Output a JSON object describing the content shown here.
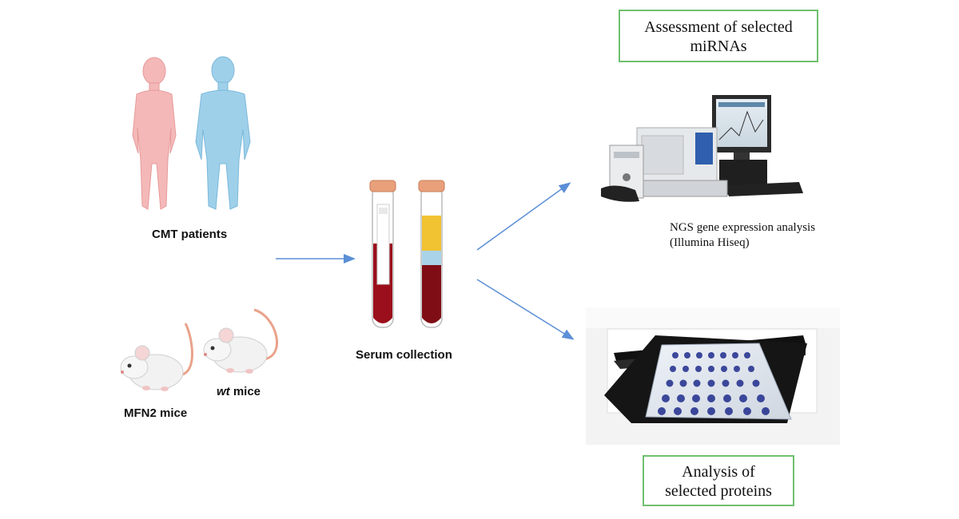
{
  "labels": {
    "cmt_patients": "CMT patients",
    "mfn2_mice": "MFN2 mice",
    "wt_mice_italic": "wt",
    "wt_mice_rest": " mice",
    "serum_collection": "Serum collection",
    "ngs_line1": "NGS gene expression analysis",
    "ngs_line2": "(Illumina Hiseq)"
  },
  "boxes": {
    "mirna_line1": "Assessment of selected",
    "mirna_line2": "miRNAs",
    "protein_line1": "Analysis of",
    "protein_line2": "selected proteins"
  },
  "colors": {
    "female_figure": "#f4b8b8",
    "male_figure": "#9fd0ea",
    "arrow": "#5b8fd6",
    "box_border": "#6fbf6f",
    "blood": "#9b0f1c",
    "serum": "#f1c232",
    "buffy": "#a9d3e8",
    "cap": "#e8a07a"
  }
}
